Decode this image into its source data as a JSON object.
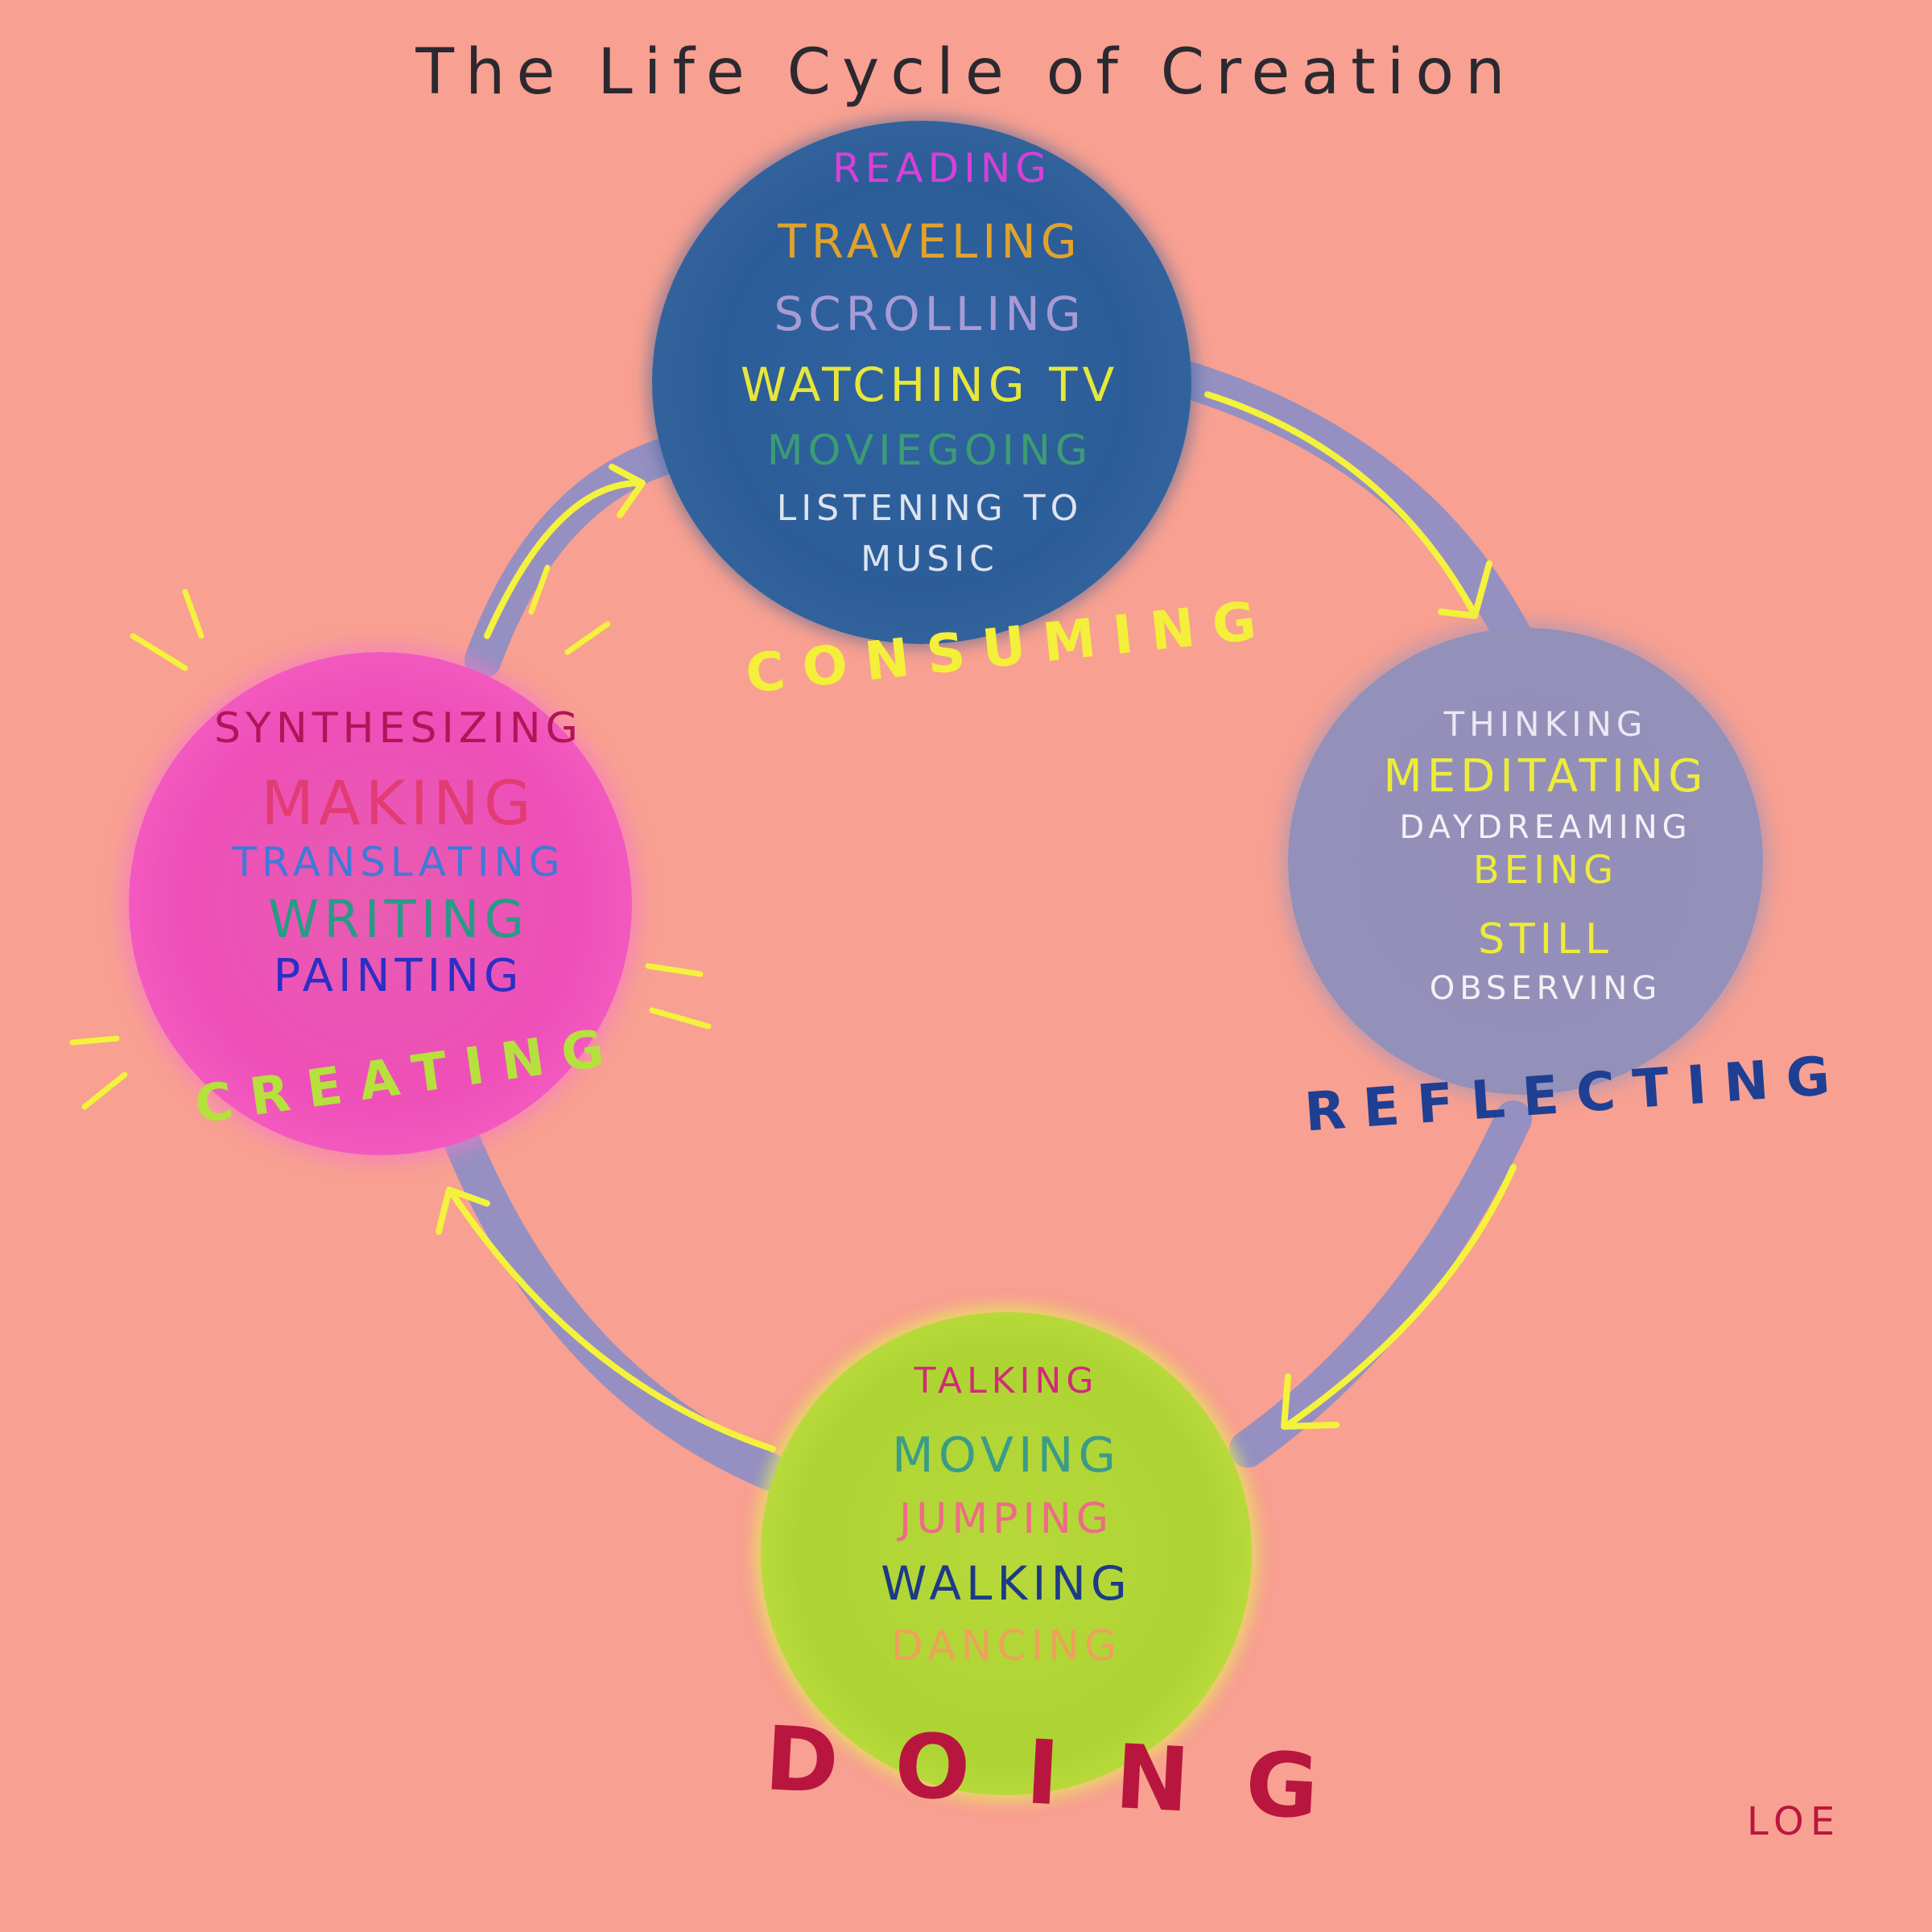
{
  "title": "The Life Cycle of Creation",
  "stages": {
    "consuming": {
      "label": "CONSUMING",
      "items": [
        "READING",
        "TRAVELING",
        "SCROLLING",
        "WATCHING TV",
        "MOVIEGOING",
        "LISTENING TO",
        "MUSIC"
      ]
    },
    "reflecting": {
      "label": "REFLECTING",
      "items": [
        "THINKING",
        "MEDITATING",
        "DAYDREAMING",
        "BEING",
        "STILL",
        "OBSERVING"
      ]
    },
    "doing": {
      "label": "DOING",
      "items": [
        "TALKING",
        "MOVING",
        "JUMPING",
        "WALKING",
        "DANCING"
      ]
    },
    "creating": {
      "label": "CREATING",
      "items": [
        "SYNTHESIZING",
        "MAKING",
        "TRANSLATING",
        "WRITING",
        "PAINTING"
      ]
    }
  },
  "signature": "LOE",
  "colors": {
    "background": "#f8a091",
    "ring": "#8f8fc4",
    "arrow": "#f4f23c",
    "consuming_circle": "#2f63a1",
    "reflecting_circle": "#958eb8",
    "doing_circle": "#b4d63a",
    "creating_circle": "#ef4fb8"
  }
}
